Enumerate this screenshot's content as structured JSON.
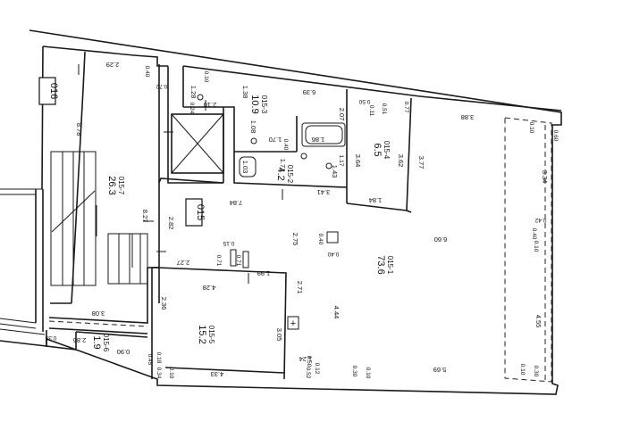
{
  "zone_labels": [
    "016",
    "015"
  ],
  "rooms": [
    {
      "id": "015-1",
      "area": "73.6"
    },
    {
      "id": "015-2",
      "area": "4.2"
    },
    {
      "id": "015-3",
      "area": "10.9"
    },
    {
      "id": "015-4",
      "area": "6.5"
    },
    {
      "id": "015-5",
      "area": "15.2"
    },
    {
      "id": "015-6",
      "area": "1.9"
    },
    {
      "id": "015-7",
      "area": "26.3"
    }
  ],
  "dimensions": {
    "d_2_29": "2.29",
    "d_8_78": "8.78",
    "d_8_27": "8.27",
    "d_2_82": "2.82",
    "d_3_08": "3.08",
    "d_2_86": "2.86",
    "d_0_90": "0.90",
    "d_0_39": "0.39",
    "d_1_28": "1.28",
    "d_1_38": "1.38",
    "d_6_39": "6.39",
    "d_2_10": "2.10",
    "d_1_08": "1.08",
    "d_1_70": "1.70",
    "d_1_86": "1.86",
    "d_2_07": "2.07",
    "d_1_03": "1.03",
    "d_1_71": "1.71",
    "d_1_43": "1.43",
    "d_1_17": "1.17",
    "d_3_41": "3.41",
    "d_7_84": "7.84",
    "d_3_64": "3.64",
    "d_3_62": "3.62",
    "d_1_84": "1.84",
    "d_3_77": "3.77",
    "d_3_88": "3.88",
    "d_3_34": "3.34",
    "d_6_60": "6.60",
    "d_2_75": "2.75",
    "d_4_44": "4.44",
    "d_2_71": "2.71",
    "d_2_27": "2.27",
    "d_1_99": "1.99",
    "d_4_28": "4.28",
    "d_2_36": "2.36",
    "d_3_05": "3.05",
    "d_4_33": "4.33",
    "d_1_24": "1.24",
    "d_5_69": "5.69",
    "d_4_55": "4.55"
  },
  "small_marks": {
    "s_0_40_a": "0.40",
    "s_0_72": "0.72",
    "s_0_24": "0.24",
    "s_0_10_a": "0.10",
    "s_0_40_b": "0.40",
    "s_0_11": "0.11",
    "s_0_50": "0.50",
    "s_0_51": "0.51",
    "s_0_77": "0.77",
    "s_0_40_col": "0.40",
    "s_0_40_col2": "0.40",
    "s_0_15": "0.15",
    "s_0_71_a": "0.71",
    "s_0_71_b": "0.71",
    "s_0_10_r1": "0.10",
    "s_0_60": "0.60",
    "s_0_42": "0.42",
    "s_0_40_r": "0.40",
    "s_0_10_r2": "0.10",
    "s_0_10_r3": "0.10",
    "s_0_30_r": "0.30",
    "s_0_45": "0.45",
    "s_0_18": "0.18",
    "s_0_34": "0.34",
    "s_0_10_b": "0.10",
    "s_0_52": "0.52",
    "s_0_50_b": "0.50",
    "s_0_12": "0.12",
    "s_0_30_b": "0.30",
    "s_0_10_c": "0.10"
  }
}
